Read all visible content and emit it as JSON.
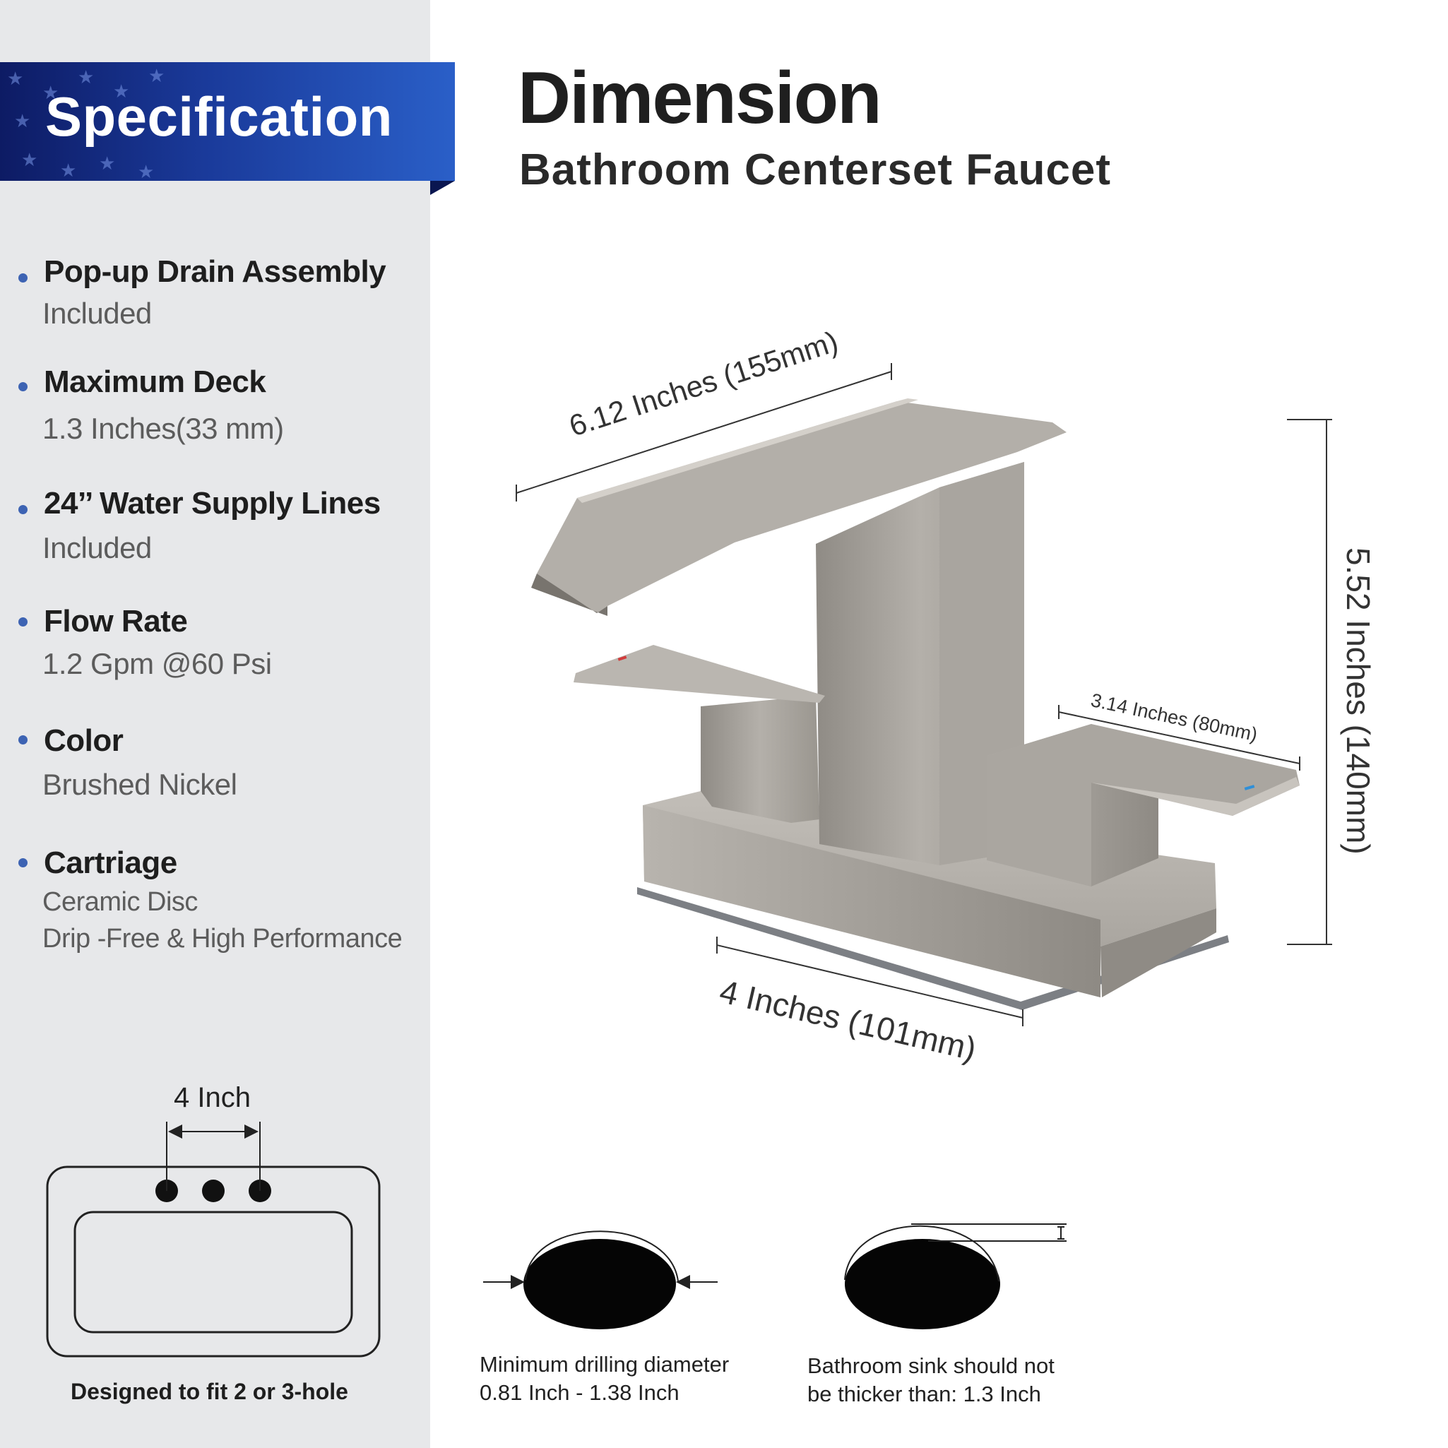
{
  "spec": {
    "banner_title": "Specification",
    "items": [
      {
        "title": "Pop-up Drain Assembly",
        "values": [
          "Included"
        ]
      },
      {
        "title": "Maximum Deck",
        "values": [
          "1.3 Inches(33 mm)"
        ]
      },
      {
        "title": "24’’ Water Supply Lines",
        "values": [
          "Included"
        ]
      },
      {
        "title": "Flow Rate",
        "values": [
          "1.2 Gpm @60 Psi"
        ]
      },
      {
        "title": "Color",
        "values": [
          "Brushed Nickel"
        ]
      },
      {
        "title": "Cartriage",
        "values": [
          "Ceramic Disc",
          "Drip -Free & High Performance"
        ]
      }
    ],
    "sink": {
      "spacing_label": "4 Inch",
      "caption": "Designed to fit 2 or 3-hole"
    }
  },
  "dimension": {
    "title": "Dimension",
    "subtitle": "Bathroom Centerset Faucet",
    "spout_length": "6.12 Inches (155mm)",
    "height": "5.52 Inches (140mm)",
    "handle_length": "3.14 Inches (80mm)",
    "base_width": "4 Inches (101mm)"
  },
  "drilling": {
    "diameter_caption": [
      "Minimum drilling diameter",
      "0.81 Inch - 1.38 Inch"
    ],
    "thickness_caption": [
      "Bathroom sink should not",
      "be thicker than: 1.3 Inch"
    ]
  },
  "colors": {
    "sidebar_bg": "#e7e8ea",
    "banner_blue": "#1a3a9a",
    "bullet_blue": "#3d63b3",
    "nickel": "#a6a29c",
    "hot_indicator": "#d23b3b",
    "cold_indicator": "#2f8fd8"
  }
}
